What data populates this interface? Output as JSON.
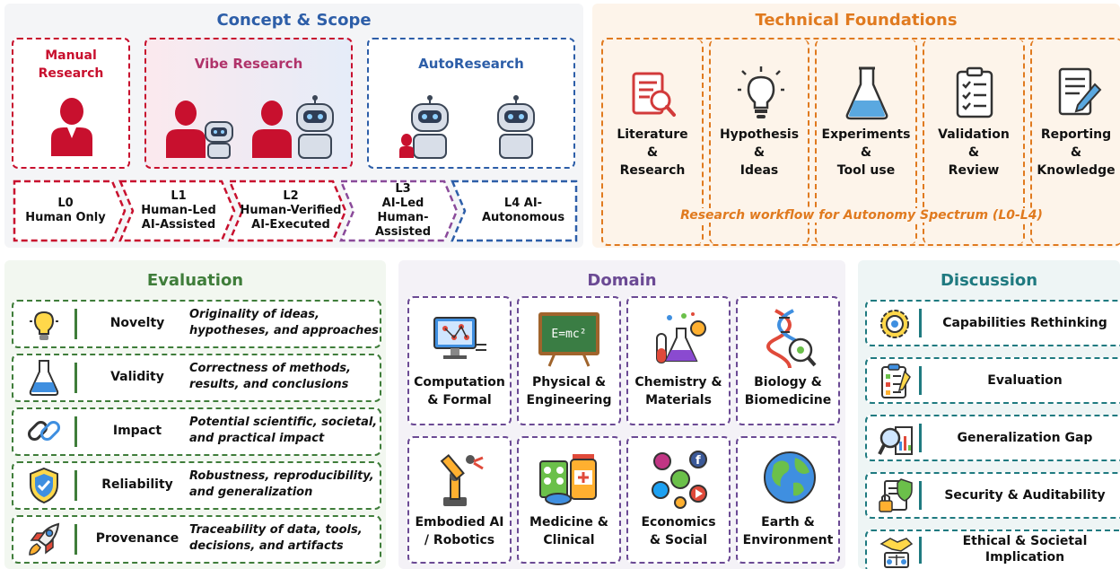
{
  "concept": {
    "title": "Concept & Scope",
    "manual": "Manual\nResearch",
    "vibe": "Vibe Research",
    "auto": "AutoResearch",
    "levels": [
      {
        "label": "L0\nHuman Only"
      },
      {
        "label": "L1\nHuman-Led\nAI-Assisted"
      },
      {
        "label": "L2\nHuman-Verified\nAI-Executed"
      },
      {
        "label": "L3\nAI-Led\nHuman-Assisted"
      },
      {
        "label": "L4 AI-\nAutonomous"
      }
    ]
  },
  "technical": {
    "title": "Technical Foundations",
    "items": [
      {
        "label": "Literature\n&\nResearch"
      },
      {
        "label": "Hypothesis\n&\nIdeas"
      },
      {
        "label": "Experiments\n&\nTool use"
      },
      {
        "label": "Validation\n&\nReview"
      },
      {
        "label": "Reporting\n&\nKnowledge"
      }
    ],
    "caption": "Research workflow for Autonomy Spectrum (L0-L4)"
  },
  "evaluation": {
    "title": "Evaluation",
    "rows": [
      {
        "name": "Novelty",
        "desc": "Originality of ideas,\nhypotheses, and approaches"
      },
      {
        "name": "Validity",
        "desc": "Correctness of methods,\nresults, and conclusions"
      },
      {
        "name": "Impact",
        "desc": "Potential scientific, societal,\nand practical impact"
      },
      {
        "name": "Reliability",
        "desc": "Robustness, reproducibility,\nand generalization"
      },
      {
        "name": "Provenance",
        "desc": "Traceability of data, tools,\ndecisions, and artifacts"
      }
    ]
  },
  "domain": {
    "title": "Domain",
    "formula": "E=mc²",
    "items": [
      {
        "label": "Computation\n& Formal"
      },
      {
        "label": "Physical &\nEngineering"
      },
      {
        "label": "Chemistry &\nMaterials"
      },
      {
        "label": "Biology &\nBiomedicine"
      },
      {
        "label": "Embodied AI\n/ Robotics"
      },
      {
        "label": "Medicine &\nClinical"
      },
      {
        "label": "Economics\n& Social"
      },
      {
        "label": "Earth &\nEnvironment"
      }
    ]
  },
  "discussion": {
    "title": "Discussion",
    "items": [
      {
        "label": "Capabilities Rethinking"
      },
      {
        "label": "Evaluation"
      },
      {
        "label": "Generalization Gap"
      },
      {
        "label": "Security & Auditability"
      },
      {
        "label": "Ethical & Societal\nImplication"
      }
    ]
  },
  "colors": {
    "blue_title": "#2d5ea8",
    "orange": "#e07a1f",
    "green": "#3f7d3a",
    "purple": "#6b4a94",
    "teal": "#1f7a80",
    "red": "#c8102e",
    "magenta": "#b0336a"
  }
}
